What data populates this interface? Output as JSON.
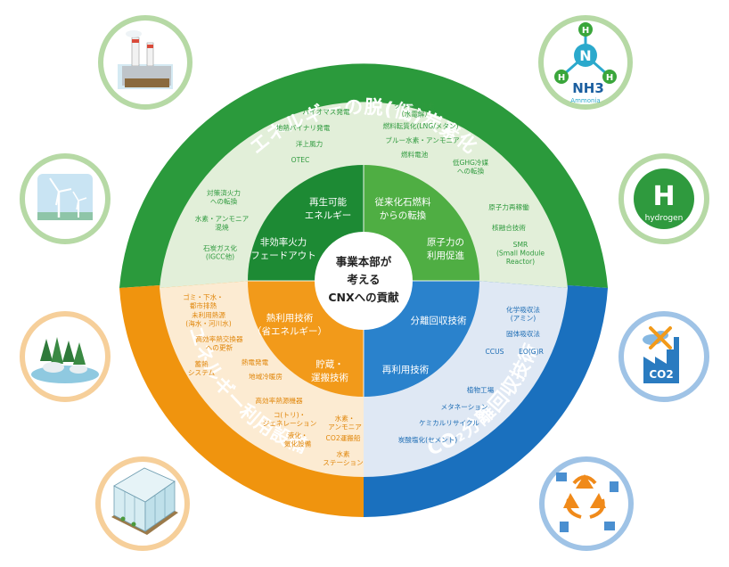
{
  "center": {
    "lines": [
      "事業本部が",
      "考える",
      "CNXへの貢献"
    ]
  },
  "ring_titles": {
    "top": "エネルギーの脱(低)炭素化",
    "bottom_left": "エネルギー利用設備",
    "bottom_right": "CO₂分離回収技術"
  },
  "categories": {
    "renewable": [
      "再生可能",
      "エネルギー"
    ],
    "fossil": [
      "従来化石燃料",
      "からの転換"
    ],
    "thermal": [
      "非効率火力",
      "フェードアウト"
    ],
    "nuclear": [
      "原子力の",
      "利用促進"
    ],
    "heat": [
      "熱利用技術",
      "（省エネルギー）"
    ],
    "separation": [
      "分離回収技術"
    ],
    "storage": [
      "貯蔵・",
      "運搬技術"
    ],
    "reuse": [
      "再利用技術"
    ]
  },
  "items": {
    "green_left": [
      [
        "バイオマス発電"
      ],
      [
        "地熱バイナリ発電"
      ],
      [
        "洋上風力"
      ],
      [
        "OTEC"
      ],
      [
        "対策済火力",
        "への転換"
      ],
      [
        "水素・アンモニア",
        "混焼"
      ],
      [
        "石炭ガス化",
        "(IGCC他)"
      ]
    ],
    "green_right": [
      [
        "グリーン水素",
        "（水電解）"
      ],
      [
        "燃料転質化(LNG/メタン)"
      ],
      [
        "ブルー水素・アンモニア"
      ],
      [
        "燃料電池"
      ],
      [
        "低GHG冷媒",
        "への転換"
      ],
      [
        "原子力再稼働"
      ],
      [
        "核融合技術"
      ],
      [
        "SMR",
        "(Small Module",
        "Reactor)"
      ]
    ],
    "orange": [
      [
        "ゴミ・下水・",
        "都市排熱"
      ],
      [
        "未利用熱源",
        "(海水・河川水)"
      ],
      [
        "高効率熱交換器",
        "への更新"
      ],
      [
        "蓄熱",
        "システム"
      ],
      [
        "熱電発電"
      ],
      [
        "地域冷暖房"
      ],
      [
        "高効率熱源機器"
      ],
      [
        "コ(トリ)・",
        "ジェネレーション"
      ],
      [
        "水素・",
        "アンモニア"
      ],
      [
        "液化・",
        "気化設備"
      ],
      [
        "CO2運搬船"
      ],
      [
        "水素",
        "ステーション"
      ]
    ],
    "blue": [
      [
        "化学吸収法",
        "(アミン)"
      ],
      [
        "固体吸収法"
      ],
      [
        "CCUS"
      ],
      [
        "EO(G)R"
      ],
      [
        "植物工場"
      ],
      [
        "メタネーション"
      ],
      [
        "ケミカルリサイクル"
      ],
      [
        "炭酸塩化(セメント)"
      ]
    ]
  },
  "badges": {
    "ammonia_formula": "NH3",
    "ammonia_atom_n": "N",
    "ammonia_atom_h": "H",
    "ammonia_label": "Ammonia",
    "hydrogen_letter": "H",
    "hydrogen_label": "hydrogen",
    "co2_label": "CO2"
  },
  "colors": {
    "green_dark": "#2b9a3c",
    "green_light_band": "#e2efd9",
    "green_inner_dark": "#1d8a34",
    "green_inner_light": "#4fae43",
    "orange": "#f0940e",
    "orange_light_band": "#fcebd2",
    "orange_inner": "#f29a1a",
    "blue": "#1a70be",
    "blue_light_band": "#dfe8f4",
    "blue_inner": "#2a82cc",
    "badge_ring_green": "#b6d9a5",
    "badge_ring_orange": "#f6cf9a",
    "badge_ring_blue": "#9fc3e6"
  }
}
